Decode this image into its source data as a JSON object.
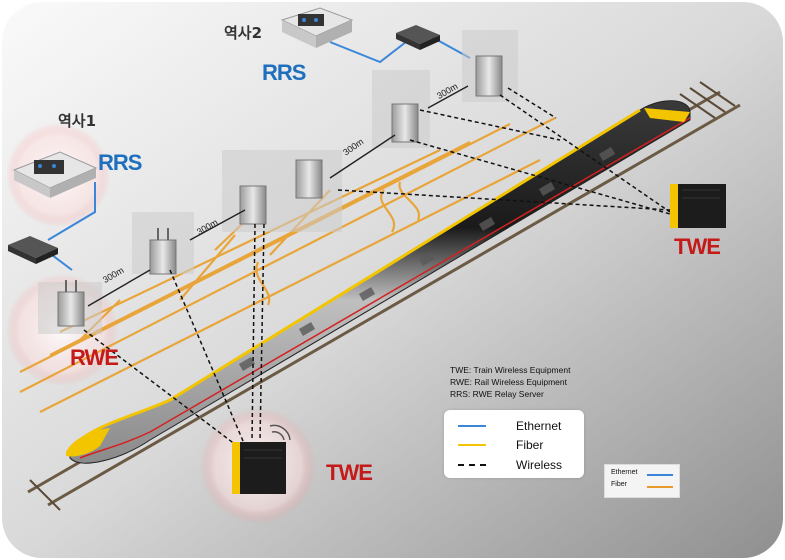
{
  "stations": {
    "station1": "역사1",
    "station2": "역사2"
  },
  "labels": {
    "rrs_left": "RRS",
    "rrs_top": "RRS",
    "rwe": "RWE",
    "twe_right": "TWE",
    "twe_bottom": "TWE"
  },
  "distances": [
    "300m",
    "300m",
    "300m",
    "300m"
  ],
  "definitions": [
    "TWE: Train Wireless Equipment",
    "RWE: Rail Wireless Equipment",
    "RRS: RWE Relay Server"
  ],
  "legend": {
    "items": [
      {
        "label": "Ethernet",
        "color": "#3a86d8",
        "style": "solid"
      },
      {
        "label": "Fiber",
        "color": "#f2c500",
        "style": "solid"
      },
      {
        "label": "Wireless",
        "color": "#111111",
        "style": "dashed"
      }
    ]
  },
  "mini_legend": {
    "items": [
      {
        "label": "Ethernet",
        "color": "#3a86d8"
      },
      {
        "label": "Fiber",
        "color": "#e89a2c"
      }
    ]
  },
  "colors": {
    "fiber_track": "#e8a53a",
    "ethernet": "#3a86d8",
    "brand_red": "#c41a1a",
    "brand_blue": "#1f6fbf"
  }
}
